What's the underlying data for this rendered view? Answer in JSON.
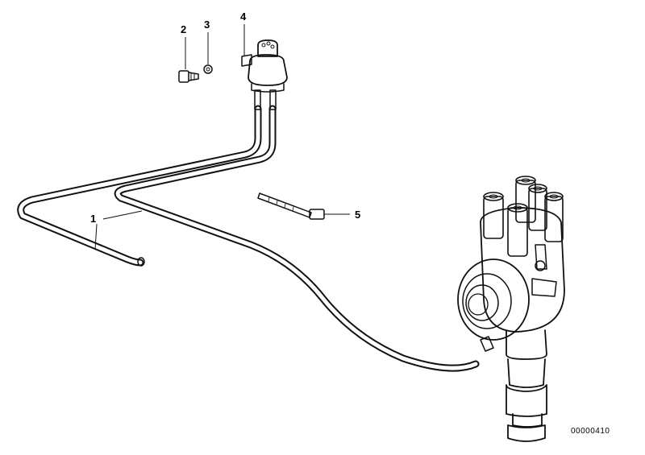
{
  "callouts": {
    "c1": "1",
    "c2": "2",
    "c3": "3",
    "c4": "4",
    "c5": "5"
  },
  "diagram_code": "00000410"
}
